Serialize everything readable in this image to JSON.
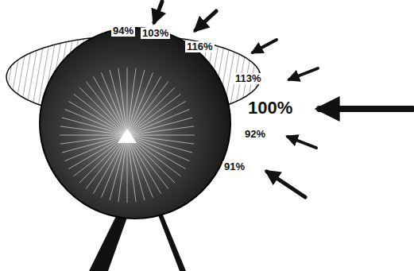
{
  "diagram": {
    "labels": [
      "94%",
      "103%",
      "116%",
      "113%",
      "100%",
      "92%",
      "91%"
    ]
  }
}
